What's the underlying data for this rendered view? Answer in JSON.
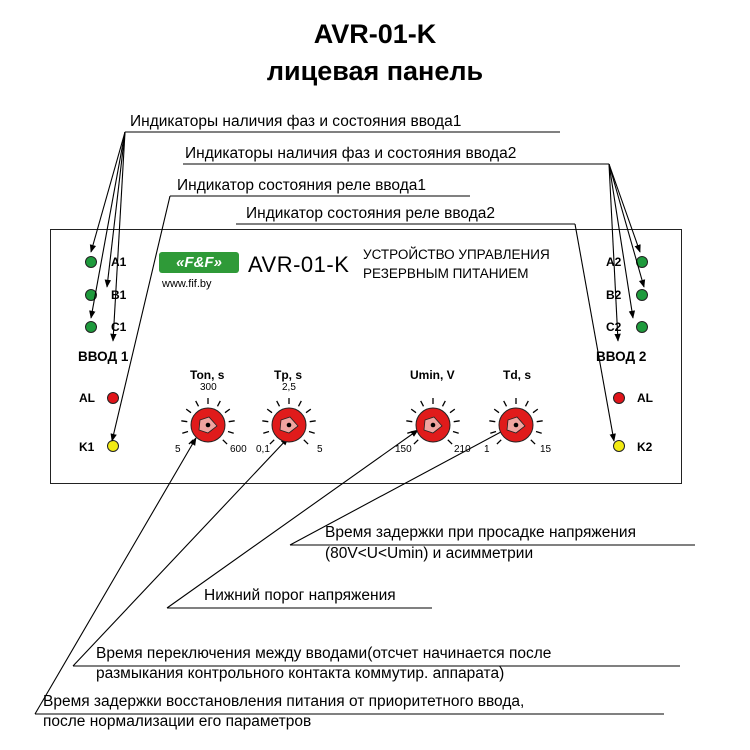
{
  "title": {
    "line1": "AVR-01-K",
    "line2": "лицевая панель"
  },
  "callouts": {
    "phase1": "Индикаторы наличия фаз и состояния ввода1",
    "phase2": "Индикаторы наличия фаз и состояния ввода2",
    "relay1": "Индикатор состояния реле ввода1",
    "relay2": "Индикатор состояния реле ввода2",
    "td_line1": "Время задержки при просадке напряжения",
    "td_line2": "(80V<U<Umin) и асимметрии",
    "umin": "Нижний порог напряжения",
    "tp_line1": "Время переключения  между вводами(отсчет начинается после",
    "tp_line2": "размыкания контрольного контакта коммутир. аппарата)",
    "ton_line1": "Время задержки восстановления питания от приоритетного ввода,",
    "ton_line2": "после нормализации его параметров"
  },
  "panel": {
    "logo_text": "«F&F»",
    "website": "www.fif.by",
    "model": "AVR-01-K",
    "desc_line1": "УСТРОЙСТВО УПРАВЛЕНИЯ",
    "desc_line2": "РЕЗЕРВНЫМ ПИТАНИЕМ",
    "input1": {
      "leds": [
        "A1",
        "B1",
        "C1"
      ],
      "label": "ВВОД 1",
      "al": "AL",
      "k": "K1"
    },
    "input2": {
      "leds": [
        "A2",
        "B2",
        "C2"
      ],
      "label": "ВВОД 2",
      "al": "AL",
      "k": "K2"
    },
    "knobs": [
      {
        "label": "Ton, s",
        "min": "5",
        "max": "600",
        "mid": "300"
      },
      {
        "label": "Tp, s",
        "min": "0,1",
        "max": "5",
        "mid": "2,5"
      },
      {
        "label": "Umin, V",
        "min": "150",
        "max": "210",
        "mid": ""
      },
      {
        "label": "Td, s",
        "min": "1",
        "max": "15",
        "mid": ""
      }
    ]
  },
  "colors": {
    "led_green": "#1e9a3c",
    "led_red": "#e0141a",
    "led_yellow": "#f2ea12",
    "knob_red": "#e01b1b",
    "logo_green": "#2f9a38"
  }
}
